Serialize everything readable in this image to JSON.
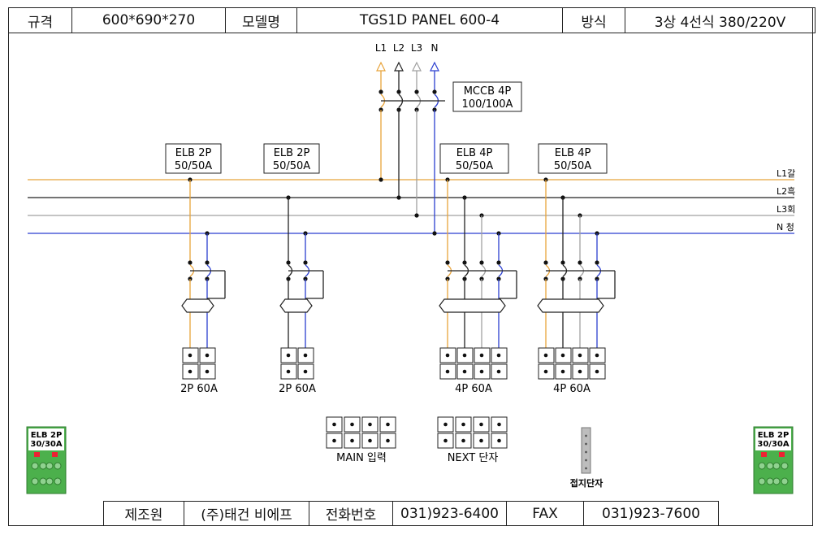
{
  "header": {
    "spec_label": "규격",
    "spec_value": "600*690*270",
    "model_label": "모델명",
    "model_value": "TGS1D PANEL 600-4",
    "method_label": "방식",
    "method_value": "3상 4선식 380/220V"
  },
  "phases": {
    "l1": "L1",
    "l2": "L2",
    "l3": "L3",
    "n": "N"
  },
  "mccb": {
    "line1": "MCCB 4P",
    "line2": "100/100A"
  },
  "bus_labels": {
    "l1": "L1갈",
    "l2": "L2흑",
    "l3": "L3회",
    "n": "N 청"
  },
  "breakers": [
    {
      "line1": "ELB 2P",
      "line2": "50/50A",
      "terminal": "2P 60A"
    },
    {
      "line1": "ELB 2P",
      "line2": "50/50A",
      "terminal": "2P 60A"
    },
    {
      "line1": "ELB 4P",
      "line2": "50/50A",
      "terminal": "4P 60A"
    },
    {
      "line1": "ELB 4P",
      "line2": "50/50A",
      "terminal": "4P 60A"
    }
  ],
  "main_input_label": "MAIN 입력",
  "next_terminal_label": "NEXT 단자",
  "ground_terminal_label": "접지단자",
  "side_elb": {
    "line1": "ELB 2P",
    "line2": "30/30A"
  },
  "footer": {
    "maker_label": "제조원",
    "maker_value": "(주)태건 비에프",
    "phone_label": "전화번호",
    "phone_value": "031)923-6400",
    "fax_label": "FAX",
    "fax_value": "031)923-7600"
  },
  "colors": {
    "l1": "#e8a33a",
    "l2": "#222222",
    "l3": "#a0a0a0",
    "n": "#2b3fd0",
    "side_elb_bg": "#4cb04c"
  }
}
